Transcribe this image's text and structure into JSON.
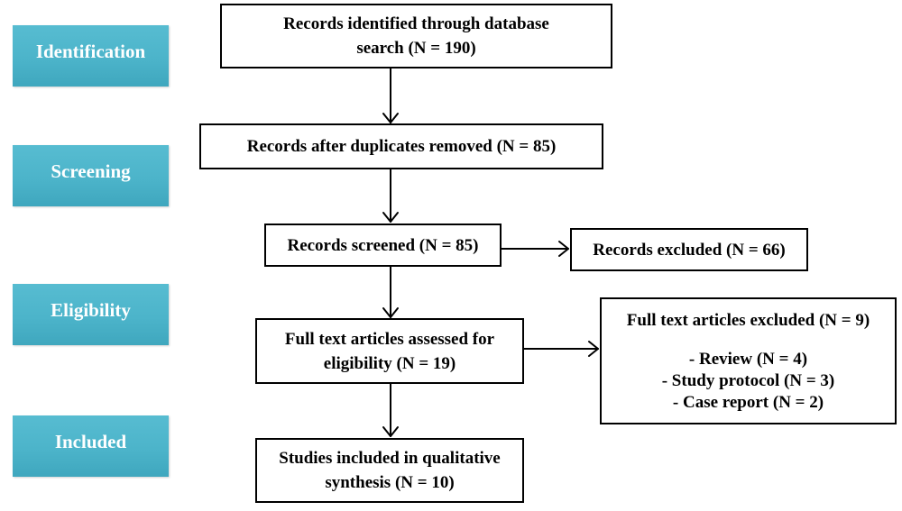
{
  "phases": {
    "identification": "Identification",
    "screening": "Screening",
    "eligibility": "Eligibility",
    "included": "Included"
  },
  "boxes": {
    "identified": [
      "Records identified through database",
      "search (N = 190)"
    ],
    "duplicates_removed": "Records after duplicates removed (N = 85)",
    "screened": "Records screened (N = 85)",
    "excluded": "Records excluded (N = 66)",
    "assessed": [
      "Full text articles assessed for",
      "eligibility (N = 19)"
    ],
    "full_text_excluded": {
      "title": "Full text articles excluded (N = 9)",
      "reasons": [
        "- Review (N = 4)",
        "- Study protocol (N = 3)",
        "- Case report (N = 2)"
      ]
    },
    "included": [
      "Studies included in qualitative",
      "synthesis (N = 10)"
    ]
  },
  "colors": {
    "phase_fill": "#4cb4ca",
    "phase_text": "#ffffff",
    "box_border": "#000000"
  }
}
